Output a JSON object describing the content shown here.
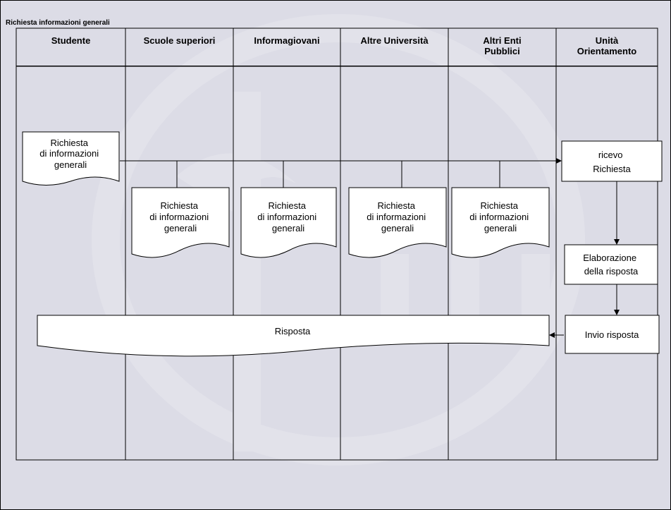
{
  "title": "Richiesta informazioni generali",
  "lanes": [
    {
      "label": "Studente"
    },
    {
      "label": "Scuole superiori"
    },
    {
      "label": "Informagiovani"
    },
    {
      "label": "Altre Università"
    },
    {
      "label": "Altri Enti\nPubblici"
    },
    {
      "label": "Unità\nOrientamento"
    }
  ],
  "documents": {
    "studente_request": [
      "Richiesta",
      "di informazioni",
      "generali"
    ],
    "scuole_request": [
      "Richiesta",
      "di informazioni",
      "generali"
    ],
    "informagiovani_request": [
      "Richiesta",
      "di informazioni",
      "generali"
    ],
    "universita_request": [
      "Richiesta",
      "di informazioni",
      "generali"
    ],
    "enti_request": [
      "Richiesta",
      "di informazioni",
      "generali"
    ],
    "risposta": "Risposta"
  },
  "processes": {
    "ricevo": [
      "ricevo",
      "Richiesta"
    ],
    "elaborazione": [
      "Elaborazione",
      "della risposta"
    ],
    "invio": "Invio risposta"
  },
  "colors": {
    "background": "#dcdce6",
    "box_fill": "#ffffff",
    "line": "#000000"
  }
}
